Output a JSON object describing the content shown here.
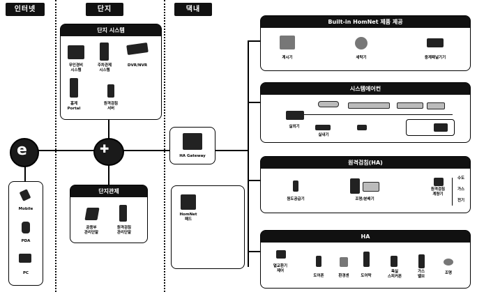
{
  "columns": {
    "internet": "인터넷",
    "complex": "단지",
    "household": "댁내"
  },
  "complex_system": {
    "title": "단지 시스템",
    "items": [
      "무인경비\n시스템",
      "주차관제\n시스템",
      "DVR/NVR",
      "홈계\nPortal",
      "원격검침\n서버"
    ]
  },
  "complex_network": {
    "title": "단지관제",
    "items": [
      "공용부\n관리단말",
      "원격검침\n관리단말"
    ]
  },
  "internet_devices": [
    "Mobile",
    "PDA",
    "PC"
  ],
  "gateway": {
    "label": "HA Gateway"
  },
  "wallpad": {
    "label": "HomNet\n패드"
  },
  "groups": [
    {
      "title": "Built-in HomNet 제품 제공",
      "items": [
        "계시기",
        "세탁기",
        "중계패널기기"
      ]
    },
    {
      "title": "시스템에어컨",
      "items": [
        "실외기",
        "실내기"
      ]
    },
    {
      "title": "원격검침(HA)",
      "items": [
        "원도공급기",
        "조명/분배기",
        "원격검침\n계량기"
      ],
      "meters": [
        "수도",
        "가스",
        "전기"
      ]
    },
    {
      "title": "HA",
      "items": [
        "열교환기\n제어",
        "도어폰",
        "환경센",
        "도어락",
        "욕실\n스피커폰",
        "가스\n밸브",
        "조명"
      ]
    }
  ]
}
